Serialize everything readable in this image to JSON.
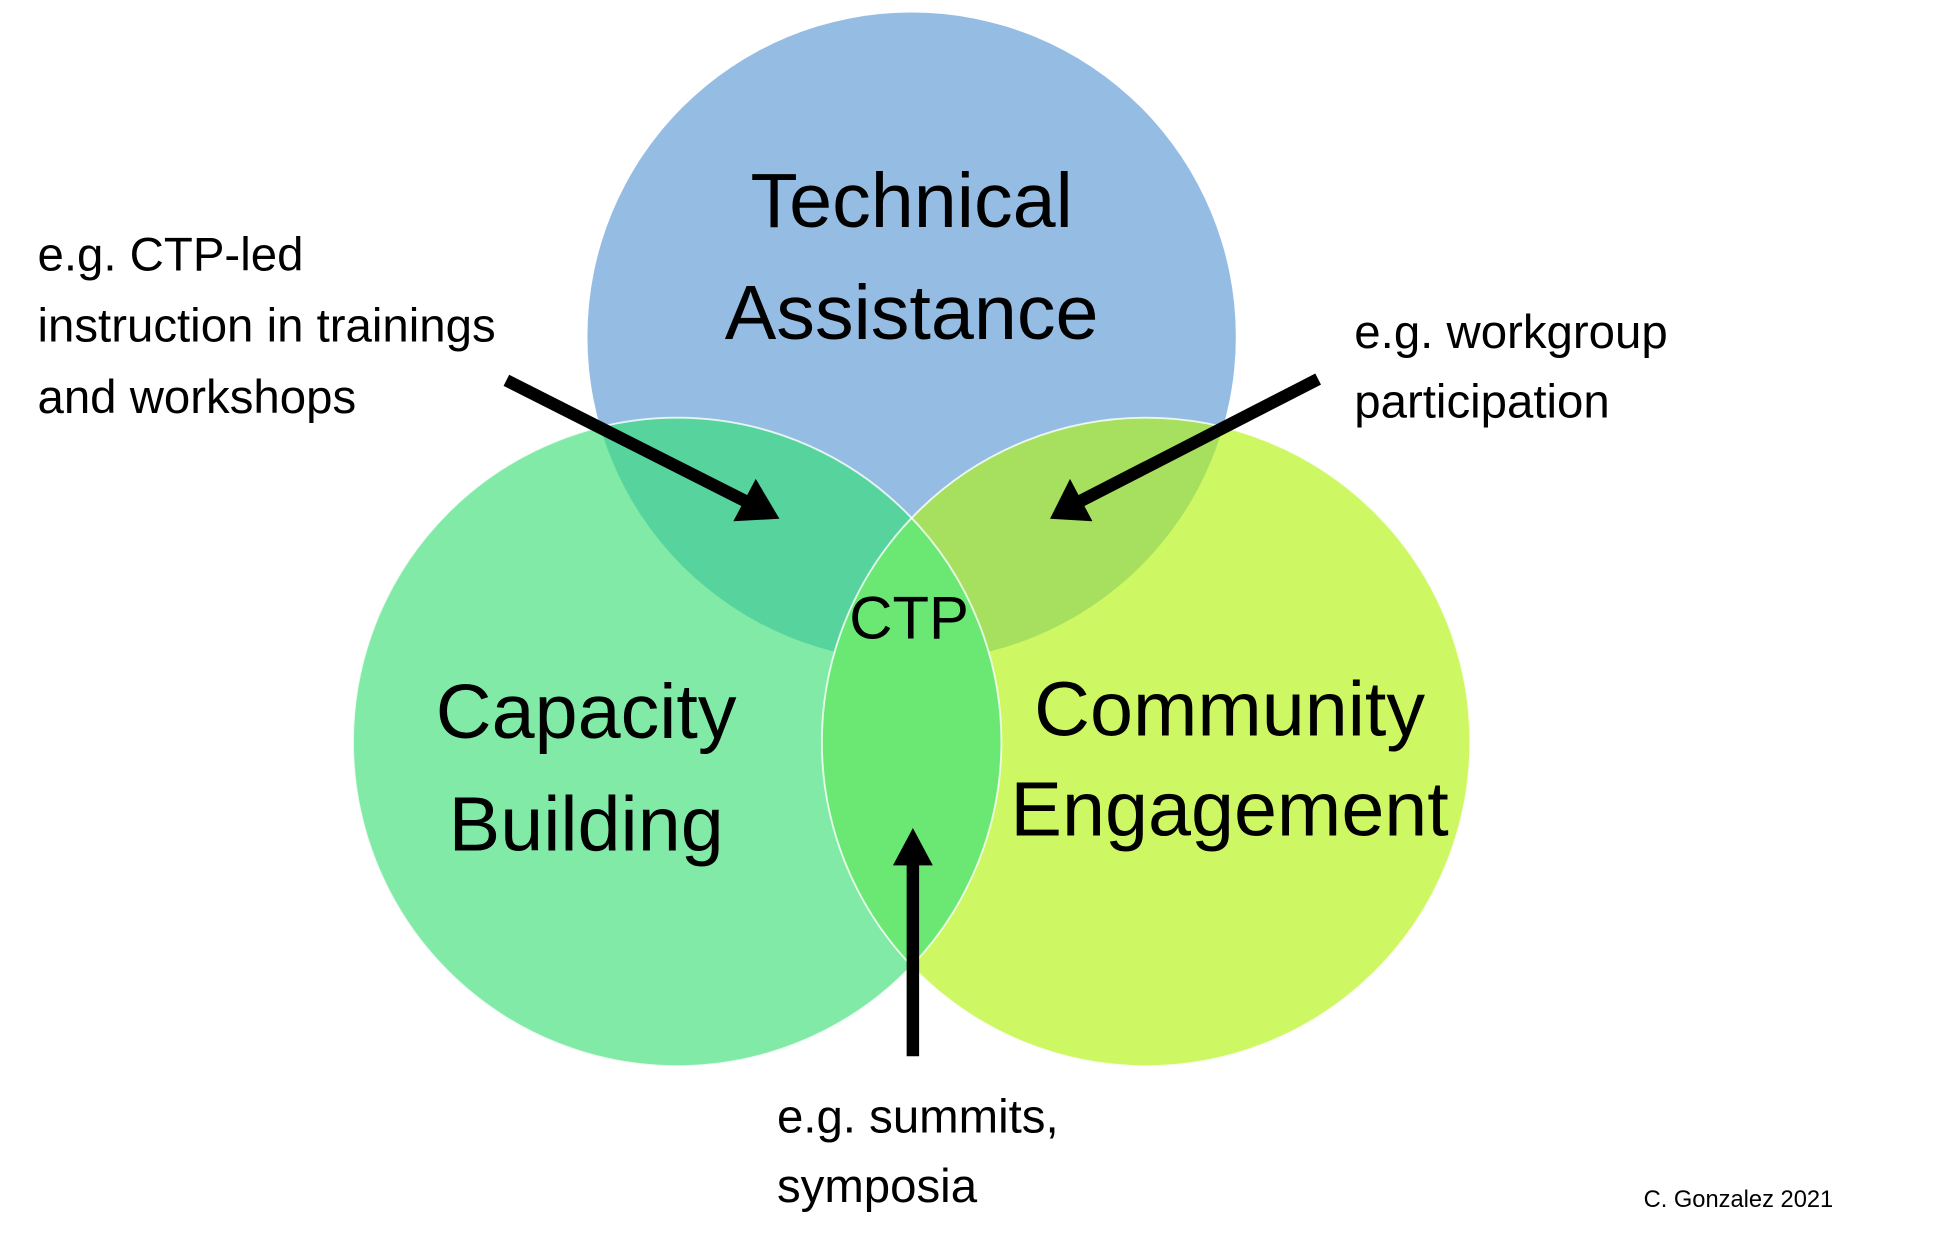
{
  "circles": [
    {
      "id": "technical-assistance",
      "lines": [
        "Technical",
        "Assistance"
      ],
      "color": "#95bde4"
    },
    {
      "id": "capacity-building",
      "lines": [
        "Capacity",
        "Building"
      ],
      "color": "#80eaa6"
    },
    {
      "id": "community-engagement",
      "lines": [
        "Community",
        "Engagement"
      ],
      "color": "#cdf763"
    }
  ],
  "overlap_colors": {
    "technical_capacity": "#57d49e",
    "technical_community": "#a6e05e",
    "capacity_community": "#6be873",
    "center": "#6be873"
  },
  "center_label": "CTP",
  "annotations": {
    "left": [
      "e.g. CTP-led",
      "instruction in trainings",
      "and workshops"
    ],
    "right": [
      "e.g. workgroup",
      "participation"
    ],
    "bottom": [
      "e.g. summits,",
      "symposia"
    ]
  },
  "credit": "C. Gonzalez 2021"
}
